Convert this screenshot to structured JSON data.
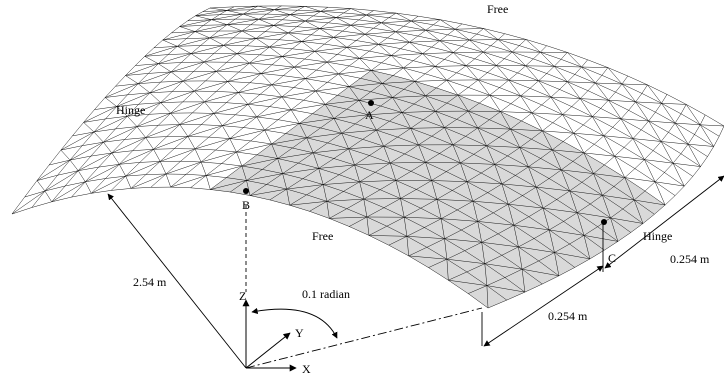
{
  "labels": {
    "free_top": "Free",
    "free_front": "Free",
    "hinge_left": "Hinge",
    "hinge_right": "Hinge",
    "point_a": "A",
    "point_b": "B",
    "point_c": "C",
    "radius": "2.54 m",
    "angle": "0.1 radian",
    "dim_right": "0.254 m",
    "dim_bottom": "0.254 m",
    "axis_x": "X",
    "axis_y": "Y",
    "axis_z": "Z"
  },
  "colors": {
    "surface_light": "#ffffff",
    "surface_shade": "#d9d9d9",
    "mesh_line": "#000000"
  }
}
